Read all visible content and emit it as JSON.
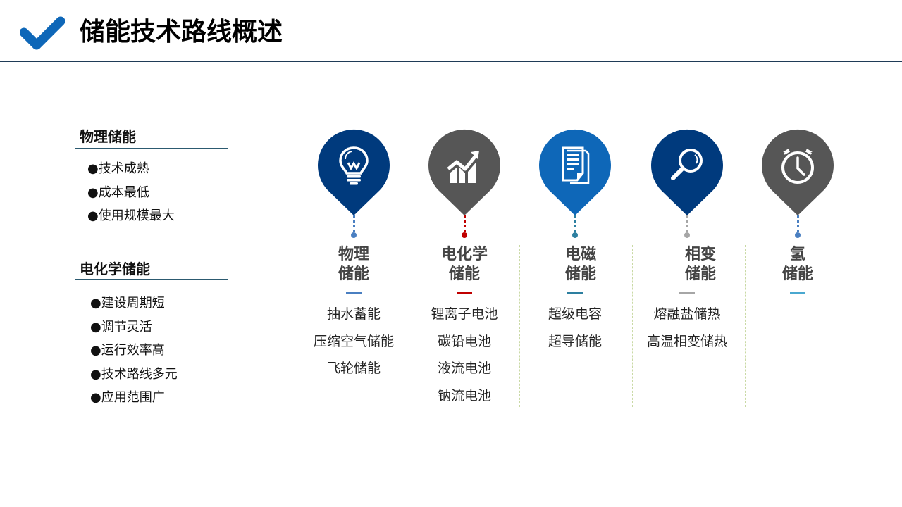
{
  "header": {
    "title": "储能技术路线概述",
    "icon": "checkmark-icon",
    "accent_color": "#0e67b8"
  },
  "left_panel": {
    "sections": [
      {
        "title": "物理储能",
        "bullets": [
          "●技术成熟",
          "●成本最低",
          "●使用规模最大"
        ]
      },
      {
        "title": "电化学储能",
        "bullets": [
          "●建设周期短",
          "●调节灵活",
          "●运行效率高",
          "●技术路线多元",
          "●应用范围广"
        ]
      }
    ]
  },
  "categories": [
    {
      "title_line1": "物理",
      "title_line2": "储能",
      "icon": "lightbulb-icon",
      "pin_color": "#003a7d",
      "accent_color": "#4a7fc1",
      "items": [
        "抽水蓄能",
        "压缩空气储能",
        "飞轮储能"
      ]
    },
    {
      "title_line1": "电化学",
      "title_line2": "储能",
      "icon": "growth-chart-icon",
      "pin_color": "#565656",
      "accent_color": "#c00000",
      "items": [
        "锂离子电池",
        "碳铅电池",
        "液流电池",
        "钠流电池"
      ]
    },
    {
      "title_line1": "电磁",
      "title_line2": "储能",
      "icon": "document-icon",
      "pin_color": "#0e67b8",
      "accent_color": "#2d7fa0",
      "items": [
        "超级电容",
        "超导储能"
      ]
    },
    {
      "title_line1": "相变",
      "title_line2": "储能",
      "icon": "magnifier-icon",
      "pin_color": "#003a7d",
      "accent_color": "#a6a6a6",
      "items": [
        "熔融盐储热",
        "高温相变储热"
      ]
    },
    {
      "title_line1": "氢",
      "title_line2": "储能",
      "icon": "stopwatch-icon",
      "pin_color": "#565656",
      "accent_color": "#4aa8d0",
      "items": []
    }
  ]
}
